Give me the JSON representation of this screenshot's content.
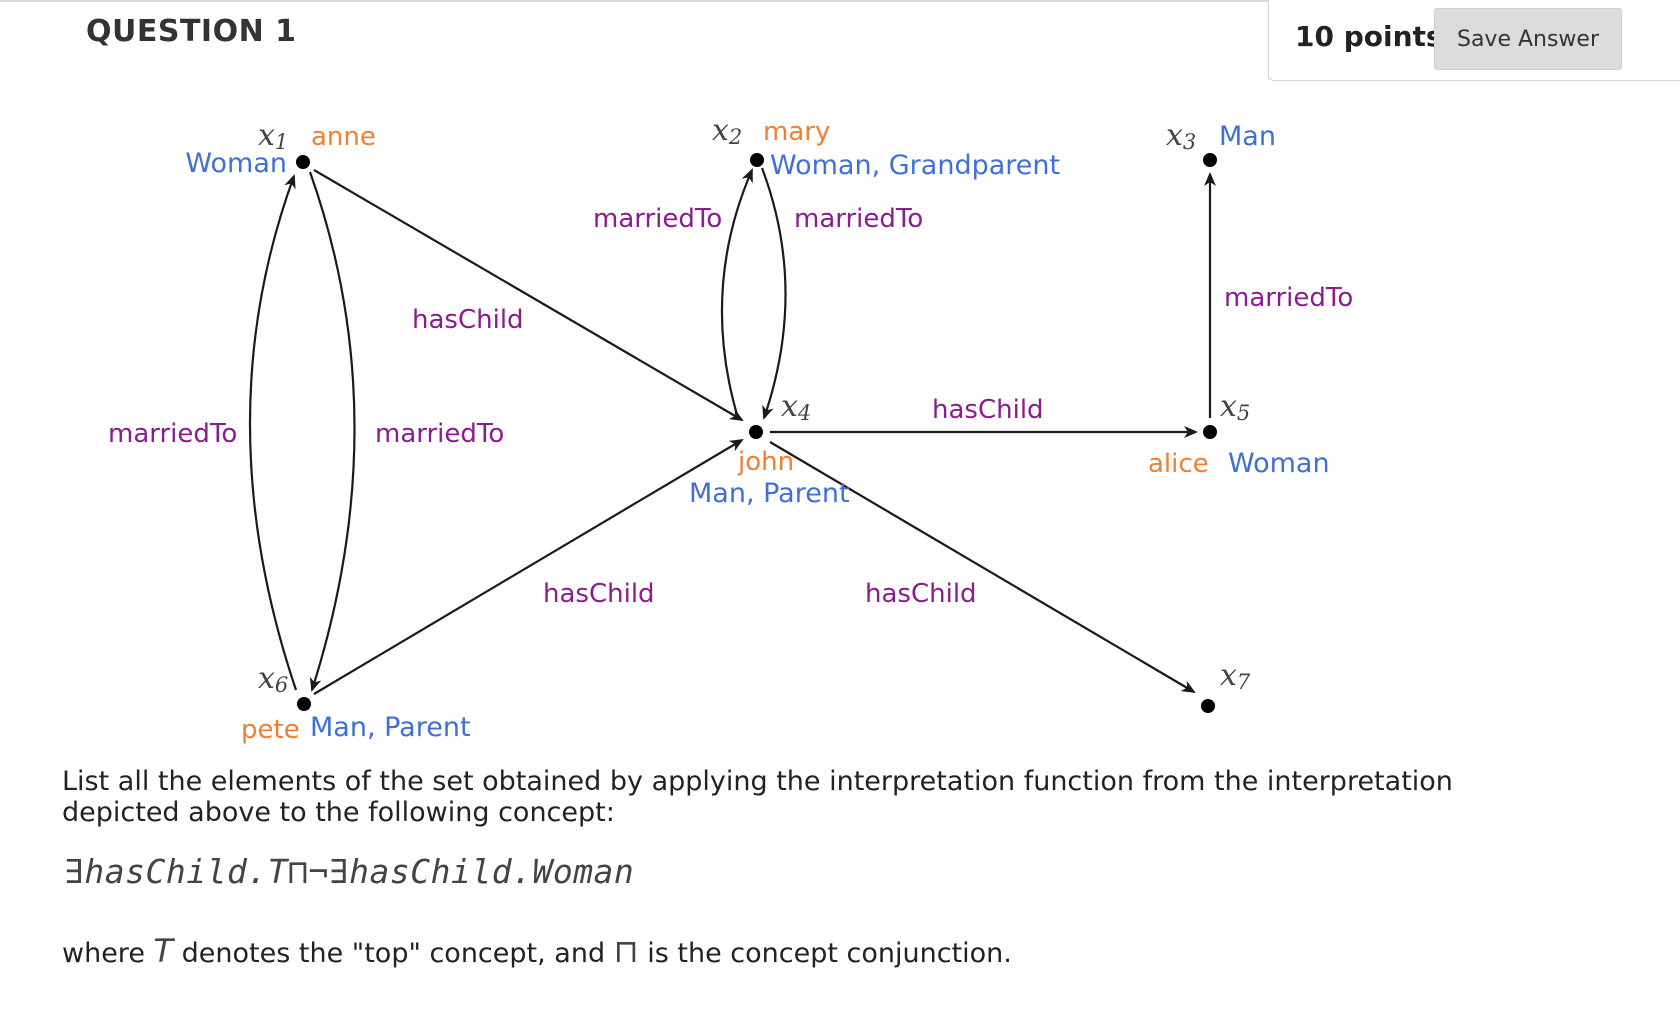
{
  "header": {
    "question_title": "QUESTION 1",
    "points": "10 points",
    "save_label": "Save Answer"
  },
  "colors": {
    "individual": "#f07f2f",
    "concept": "#3f6fd8",
    "role": "#8b1c8f",
    "edge": "#1a1a1a"
  },
  "diagram": {
    "nodes": [
      {
        "id": "x1",
        "var_base": "x",
        "var_sub": "1",
        "individual": "anne",
        "concepts": "Woman"
      },
      {
        "id": "x2",
        "var_base": "x",
        "var_sub": "2",
        "individual": "mary",
        "concepts": "Woman, Grandparent"
      },
      {
        "id": "x3",
        "var_base": "x",
        "var_sub": "3",
        "individual": "",
        "concepts": "Man"
      },
      {
        "id": "x4",
        "var_base": "x",
        "var_sub": "4",
        "individual": "john",
        "concepts": "Man, Parent"
      },
      {
        "id": "x5",
        "var_base": "x",
        "var_sub": "5",
        "individual": "alice",
        "concepts": "Woman"
      },
      {
        "id": "x6",
        "var_base": "x",
        "var_sub": "6",
        "individual": "pete",
        "concepts": "Man, Parent"
      },
      {
        "id": "x7",
        "var_base": "x",
        "var_sub": "7",
        "individual": "",
        "concepts": ""
      }
    ],
    "edges": [
      {
        "from": "x1",
        "to": "x4",
        "label": "hasChild"
      },
      {
        "from": "x6",
        "to": "x4",
        "label": "hasChild"
      },
      {
        "from": "x4",
        "to": "x5",
        "label": "hasChild"
      },
      {
        "from": "x4",
        "to": "x7",
        "label": "hasChild"
      },
      {
        "from": "x6",
        "to": "x1",
        "label": "marriedTo"
      },
      {
        "from": "x1",
        "to": "x6",
        "label": "marriedTo"
      },
      {
        "from": "x4",
        "to": "x2",
        "label": "marriedTo"
      },
      {
        "from": "x2",
        "to": "x4",
        "label": "marriedTo"
      },
      {
        "from": "x5",
        "to": "x3",
        "label": "marriedTo"
      }
    ]
  },
  "question": {
    "prompt": "List all the elements of the set obtained by applying the interpretation function from the interpretation depicted above to the following concept:",
    "formula": "∃hasChild.T⊓¬∃hasChild.Woman",
    "footnote_where": "where",
    "footnote_top_symbol": "T",
    "footnote_mid": "denotes the \"top\" concept, and",
    "footnote_conj_symbol": "⊓",
    "footnote_end": "is the concept conjunction."
  }
}
